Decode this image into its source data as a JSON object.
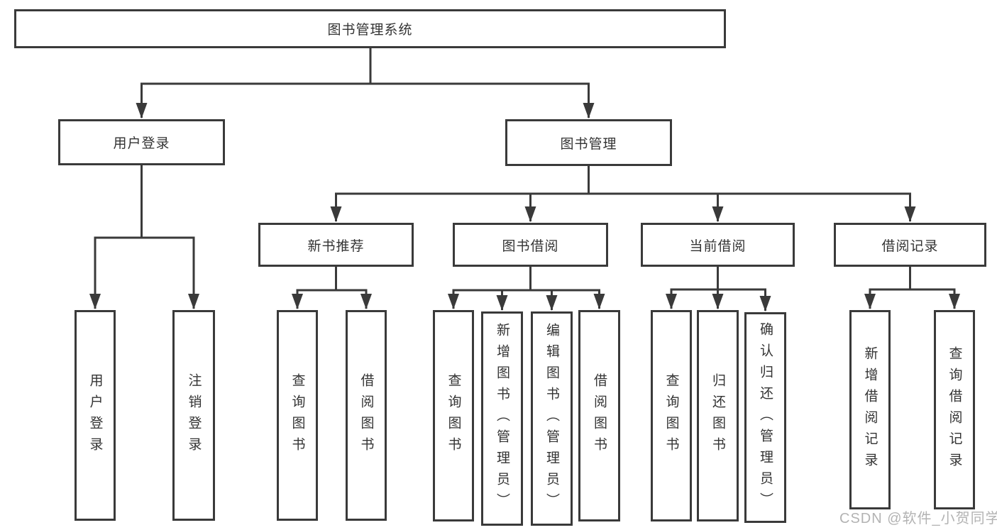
{
  "diagram": {
    "title": "图书管理系统",
    "branches": [
      {
        "label": "用户登录",
        "children": [
          "用户登录",
          "注销登录"
        ]
      },
      {
        "label": "图书管理",
        "children": [
          {
            "label": "新书推荐",
            "children": [
              "查询图书",
              "借阅图书"
            ]
          },
          {
            "label": "图书借阅",
            "children": [
              "查询图书",
              "新增图书（管理员）",
              "编辑图书（管理员）",
              "借阅图书"
            ]
          },
          {
            "label": "当前借阅",
            "children": [
              "查询图书",
              "归还图书",
              "确认归还（管理员）"
            ]
          },
          {
            "label": "借阅记录",
            "children": [
              "新增借阅记录",
              "查询借阅记录"
            ]
          }
        ]
      }
    ],
    "colors": {
      "line": "#3a3a3a",
      "box_border": "#3a3a3a",
      "text": "#333333",
      "background": "#ffffff"
    }
  },
  "watermark": {
    "text": "CSDN @软件_小贺同学",
    "color": "#b3b3b3"
  }
}
